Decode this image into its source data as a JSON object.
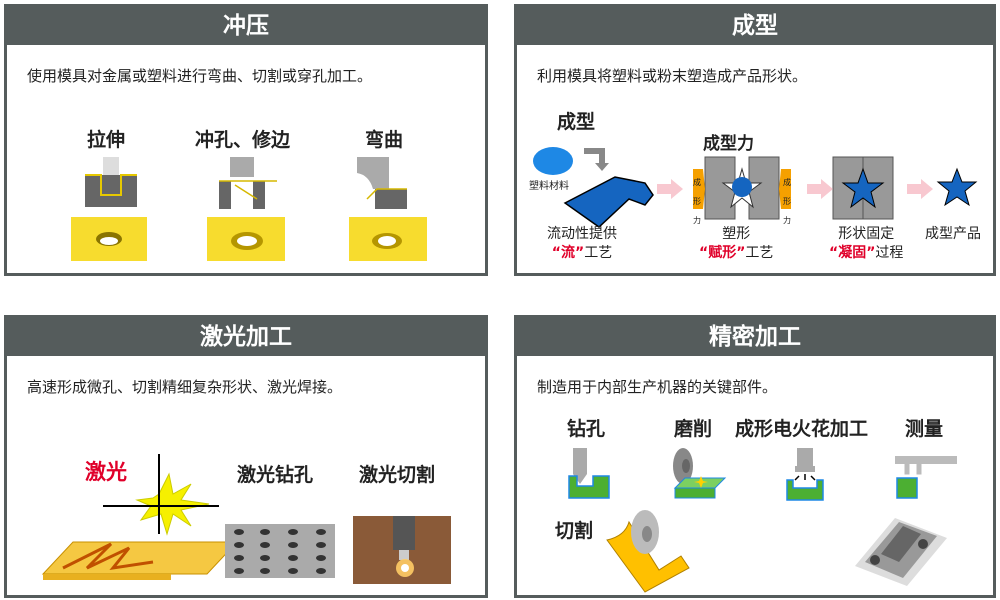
{
  "stamping": {
    "title": "冲压",
    "desc": "使用模具对金属或塑料进行弯曲、切割或穿孔加工。",
    "items": [
      "拉伸",
      "冲孔、修边",
      "弯曲"
    ]
  },
  "forming": {
    "title": "成型",
    "desc": "利用模具将塑料或粉末塑造成产品形状。",
    "sub": "成型",
    "material": "塑料材料",
    "force": "成型力",
    "force_tag": "成形力",
    "steps": [
      {
        "line1": "流动性提供",
        "em": "“流”",
        "tail": "工艺"
      },
      {
        "line1": "塑形",
        "em": "“赋形”",
        "tail": "工艺"
      },
      {
        "line1": "形状固定",
        "em": "“凝固”",
        "tail": "过程"
      },
      {
        "line1": "成型产品"
      }
    ]
  },
  "laser": {
    "title": "激光加工",
    "desc": "高速形成微孔、切割精细复杂形状、激光焊接。",
    "laser_label": "激光",
    "items": [
      "激光钻孔",
      "激光切割"
    ]
  },
  "precision": {
    "title": "精密加工",
    "desc": "制造用于内部生产机器的关键部件。",
    "items": [
      "钻孔",
      "磨削",
      "成形电火花加工",
      "测量",
      "切割"
    ]
  },
  "colors": {
    "header": "#555c5c",
    "accent_red": "#e0002a",
    "blue": "#1565c0",
    "yellow": "#f7dc2e",
    "green": "#4caf32",
    "orange": "#f5a000"
  }
}
